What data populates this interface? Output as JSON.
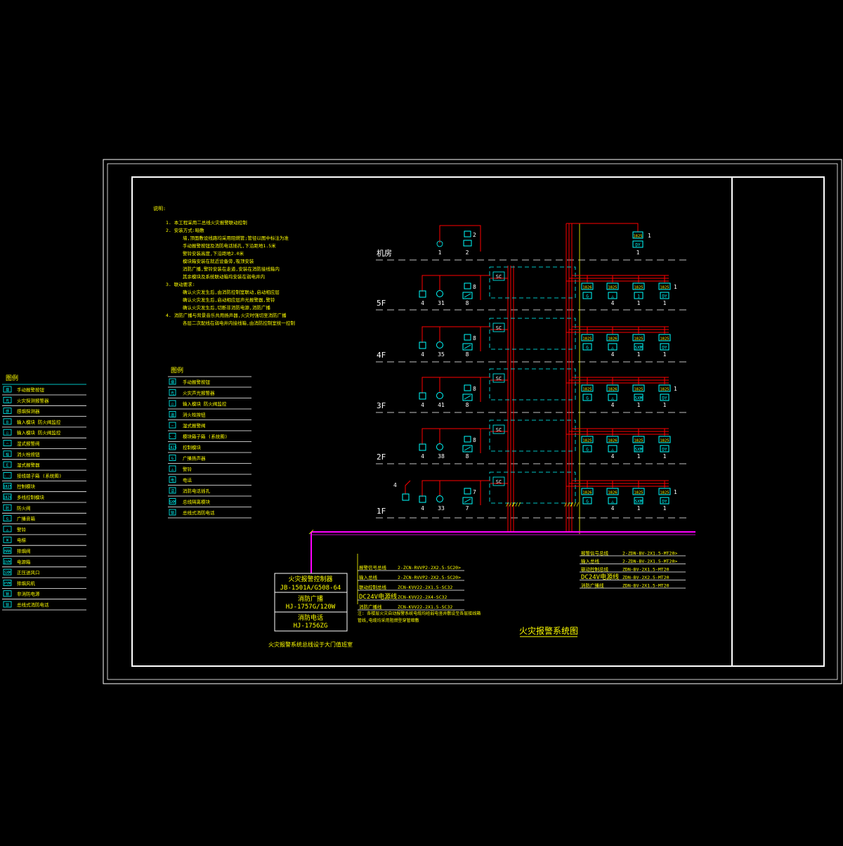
{
  "title": "火灾报警系统图",
  "floors": [
    "机房",
    "5F",
    "4F",
    "3F",
    "2F",
    "1F"
  ],
  "sc_label": "SC",
  "notes": {
    "heading": "说明:",
    "lines": [
      "1. 本工程采用二总线火灾报警联动控制",
      "2. 安装方式:暗敷",
      "    墙,顶面敷设线路均采用阻燃管;管径以图中标注为准",
      "    手动报警按钮及消防电话插孔,下沿距地1.5米",
      "    警铃安装高度,下沿距地2.0米",
      "    模块箱安装在就近设备旁,吸顶安装",
      "    消防广播,警铃安装在走道,安装在消防接线箱内",
      "    其余模块及系统联动箱均安装在弱电井内",
      "3. 联动要求:",
      "    确认火灾发生后,由消防控制室联动,启动相应层",
      "    确认火灾发生后,启动相应层声光报警器,警铃",
      "    确认火灾发生后,切断非消防电源,消防广播",
      "4. 消防广播与背景音乐共用扬声器,火灾时强切至消防广播",
      "    各层二次配线在弱电井内接线箱,由消防控制室统一控制"
    ]
  },
  "legend_center": {
    "heading": "图例",
    "items": [
      {
        "sym": "烟",
        "label": "手动报警按钮"
      },
      {
        "sym": "光",
        "label": "火灾声光报警器"
      },
      {
        "sym": "□",
        "label": "输入模块  防火阀监控"
      },
      {
        "sym": "温",
        "label": "消火栓按钮"
      },
      {
        "sym": "⌒",
        "label": "湿式报警阀"
      },
      {
        "sym": "- -",
        "label": "模块箱子箱  (系统图)"
      },
      {
        "sym": "1825",
        "label": "控制模块"
      },
      {
        "sym": "G",
        "label": "广播扬声器"
      },
      {
        "sym": "△",
        "label": "警铃"
      },
      {
        "sym": "电",
        "label": "电话"
      },
      {
        "sym": "话",
        "label": "消防电话插孔"
      },
      {
        "sym": "SXM",
        "label": "总线隔离模块"
      },
      {
        "sym": "锁",
        "label": "总线式消防电话"
      }
    ]
  },
  "legend_left": {
    "heading": "图例",
    "items": [
      {
        "sym": "烟",
        "label": "手动报警按钮"
      },
      {
        "sym": "光",
        "label": "火灾探测报警器"
      },
      {
        "sym": "感",
        "label": "感烟探测器"
      },
      {
        "sym": "B",
        "label": "输入模块  防火阀监控"
      },
      {
        "sym": "□",
        "label": "输入模块  防火阀监控"
      },
      {
        "sym": "⌒",
        "label": "湿式报警阀"
      },
      {
        "sym": "栓",
        "label": "消火栓按钮"
      },
      {
        "sym": "E",
        "label": "湿式报警器"
      },
      {
        "sym": "- -",
        "label": "接线端子箱  (系统图)"
      },
      {
        "sym": "1825",
        "label": "控制模块"
      },
      {
        "sym": "1826",
        "label": "多线控制模块"
      },
      {
        "sym": "防",
        "label": "防火阀"
      },
      {
        "sym": "G",
        "label": "广播音箱"
      },
      {
        "sym": "△",
        "label": "警铃"
      },
      {
        "sym": "W",
        "label": "电梯"
      },
      {
        "sym": "HAN",
        "label": "排烟阀"
      },
      {
        "sym": "DYM",
        "label": "电源箱"
      },
      {
        "sym": "SXM",
        "label": "正压送风口"
      },
      {
        "sym": "PYM",
        "label": "排烟风机"
      },
      {
        "sym": "锁",
        "label": "非消防电源"
      },
      {
        "sym": "锁",
        "label": "总线式消防电话"
      }
    ]
  },
  "controller": {
    "line1": "火灾报警控制器",
    "line2": "JB-1501A/G508-64",
    "line3": "消防广播",
    "line4": "HJ-1757G/120W",
    "line5": "消防电话",
    "line6": "HJ-1756ZG",
    "caption": "火灾报警系统总线设于大门值班室"
  },
  "left_cables": [
    {
      "name": "报警信号总线",
      "spec": "2-ZCN-RVVP2-2X2.5-SC20>"
    },
    {
      "name": "输入总线",
      "spec": "2-ZCN-RVVP2-2X2.5-SC20>"
    },
    {
      "name": "联动控制总线",
      "spec": "ZCN-KVV22-2X1.5-SC32"
    },
    {
      "name": "DC24V电源线",
      "spec": "ZCN-KVV22-2X4-SC32"
    },
    {
      "name": "消防广播线",
      "spec": "ZCN-KVV22-2X1.5-SC32"
    }
  ],
  "left_cable_note": [
    "注: 各楼层火灾自动报警系统电缆均经弱电竖井敷设至各层接线箱",
    "    管线,电缆均采用阻燃型穿管暗敷"
  ],
  "right_cables": [
    {
      "name": "报警信号总线",
      "spec": "2-ZDN-BV-2X1.5-MT20>"
    },
    {
      "name": "输入总线",
      "spec": "2-ZDN-BV-2X1.5-MT20>"
    },
    {
      "name": "联动控制总线",
      "spec": "ZDN-BV-2X1.5-MT20"
    },
    {
      "name": "DC24V电源线",
      "spec": "ZDN-BV-2X2.5-MT20"
    },
    {
      "name": "消防广播线",
      "spec": "ZDN-BV-2X1.5-MT20"
    }
  ],
  "machine_room": {
    "counts": [
      "1",
      "2"
    ],
    "box_counts": [
      "2"
    ],
    "right_labels": [
      "1825",
      "DY"
    ],
    "right_counts": [
      "1",
      "1"
    ]
  },
  "floor_rows": [
    {
      "floor": "5F",
      "counts": [
        "4",
        "31",
        "8"
      ],
      "box_count": "8",
      "right": [
        "1826",
        "1825",
        "1825",
        "1825"
      ],
      "right_lower": [
        "G",
        "△",
        "1",
        "DY"
      ],
      "right_counts": [
        "",
        "4",
        "1",
        "1"
      ],
      "end": "1"
    },
    {
      "floor": "4F",
      "counts": [
        "4",
        "35",
        "8"
      ],
      "box_count": "8",
      "right": [
        "1825",
        "1826",
        "1825",
        "1825"
      ],
      "right_lower": [
        "G",
        "△",
        "SXM",
        "DY"
      ],
      "right_counts": [
        "",
        "4",
        "1",
        "1"
      ],
      "end": ""
    },
    {
      "floor": "3F",
      "counts": [
        "4",
        "41",
        "8"
      ],
      "box_count": "8",
      "right": [
        "1825",
        "1826",
        "1825",
        "1825"
      ],
      "right_lower": [
        "G",
        "△",
        "SXM",
        "DY"
      ],
      "right_counts": [
        "",
        "4",
        "1",
        "1"
      ],
      "end": "1"
    },
    {
      "floor": "2F",
      "counts": [
        "4",
        "38",
        "8"
      ],
      "box_count": "8",
      "right": [
        "1825",
        "1826",
        "1825",
        "1825"
      ],
      "right_lower": [
        "G",
        "△",
        "SXM",
        "DY"
      ],
      "right_counts": [
        "",
        "4",
        "1",
        "1"
      ],
      "end": ""
    },
    {
      "floor": "1F",
      "counts": [
        "4",
        "33",
        "7"
      ],
      "box_count": "7",
      "right": [
        "1826",
        "1826",
        "1825",
        "1825"
      ],
      "right_lower": [
        "G",
        "△",
        "SXM",
        "DY"
      ],
      "right_counts": [
        "",
        "4",
        "1",
        "1"
      ],
      "end": "1"
    }
  ],
  "first_floor_extra": "4",
  "colors": {
    "yellow": "#ffff00",
    "red": "#ff0000",
    "cyan": "#00ffff",
    "white": "#ffffff",
    "magenta": "#ff00ff",
    "background": "#000000"
  }
}
